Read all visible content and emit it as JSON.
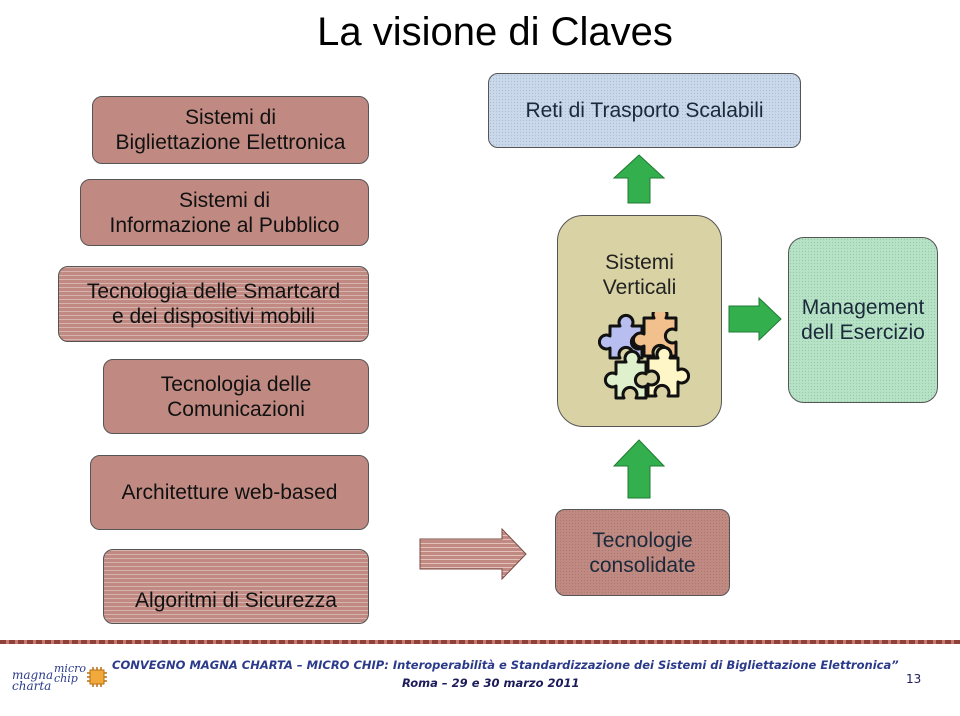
{
  "title": "La visione di Claves",
  "left_column": [
    {
      "text": "Sistemi di\nBigliettazione Elettronica"
    },
    {
      "text": "Sistemi di\nInformazione al Pubblico"
    },
    {
      "text": "Tecnologia delle Smartcard\ne dei dispositivi mobili"
    },
    {
      "text": "Tecnologia delle\nComunicazioni"
    }
  ],
  "lower_left": [
    {
      "text": "Architetture web-based"
    },
    {
      "text": "Algoritmi di Sicurezza"
    }
  ],
  "top_right": "Reti di Trasporto Scalabili",
  "center": "Sistemi\nVerticali",
  "right": "Management\ndell Esercizio",
  "bottom_center": "Tecnologie\nconsolidate",
  "footer": {
    "line1": "CONVEGNO MAGNA CHARTA – MICRO CHIP:  Interoperabilità e Standardizzazione dei Sistemi di Bigliettazione Elettronica”",
    "line2": "Roma – 29 e 30 marzo 2011",
    "page": "13",
    "logo_magna": "magna\ncharta",
    "logo_micro": "micro\nchip"
  },
  "colors": {
    "box_brown": "#c08a82",
    "box_blue": "#c9d8ea",
    "box_olive": "#d8d2a4",
    "box_green": "#b6e3c6",
    "arrow_green": "#33b04d",
    "footer_text": "#2b3a8a"
  }
}
